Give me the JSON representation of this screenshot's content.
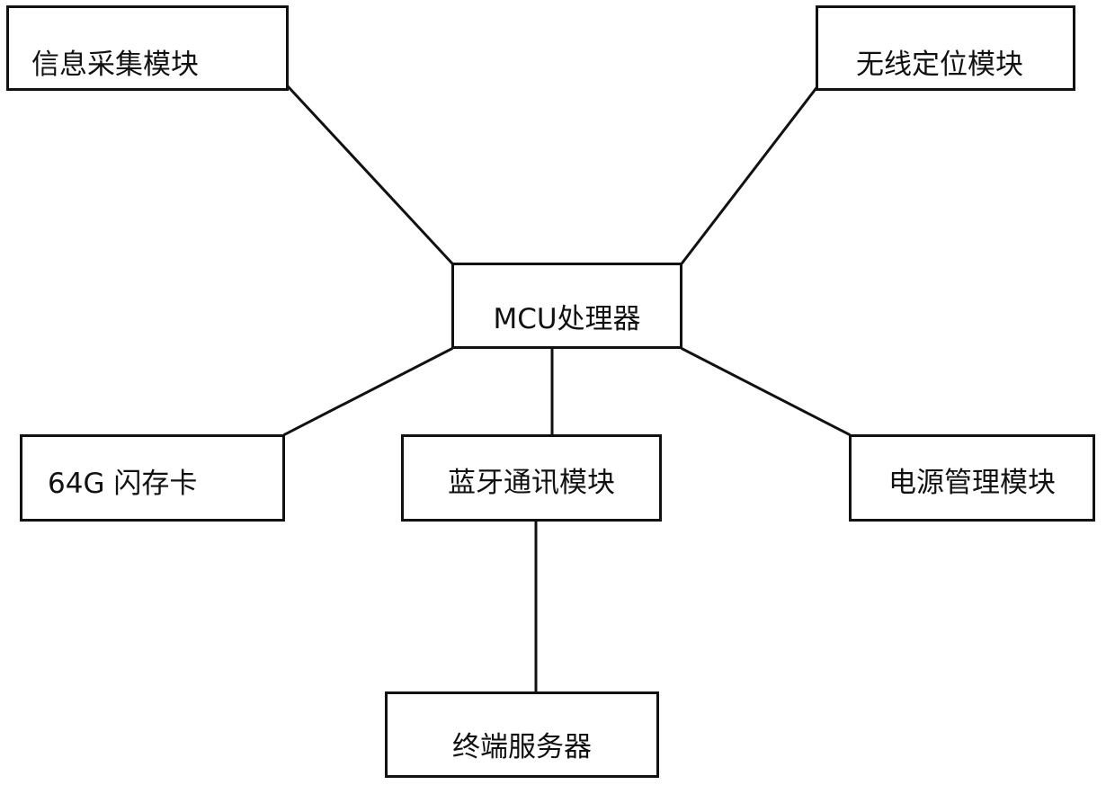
{
  "nodes": {
    "info": "信息采集模块",
    "wireless": "无线定位模块",
    "mcu": "MCU处理器",
    "flash": "64G 闪存卡",
    "bluetooth": "蓝牙通讯模块",
    "power": "电源管理模块",
    "server": "终端服务器"
  }
}
